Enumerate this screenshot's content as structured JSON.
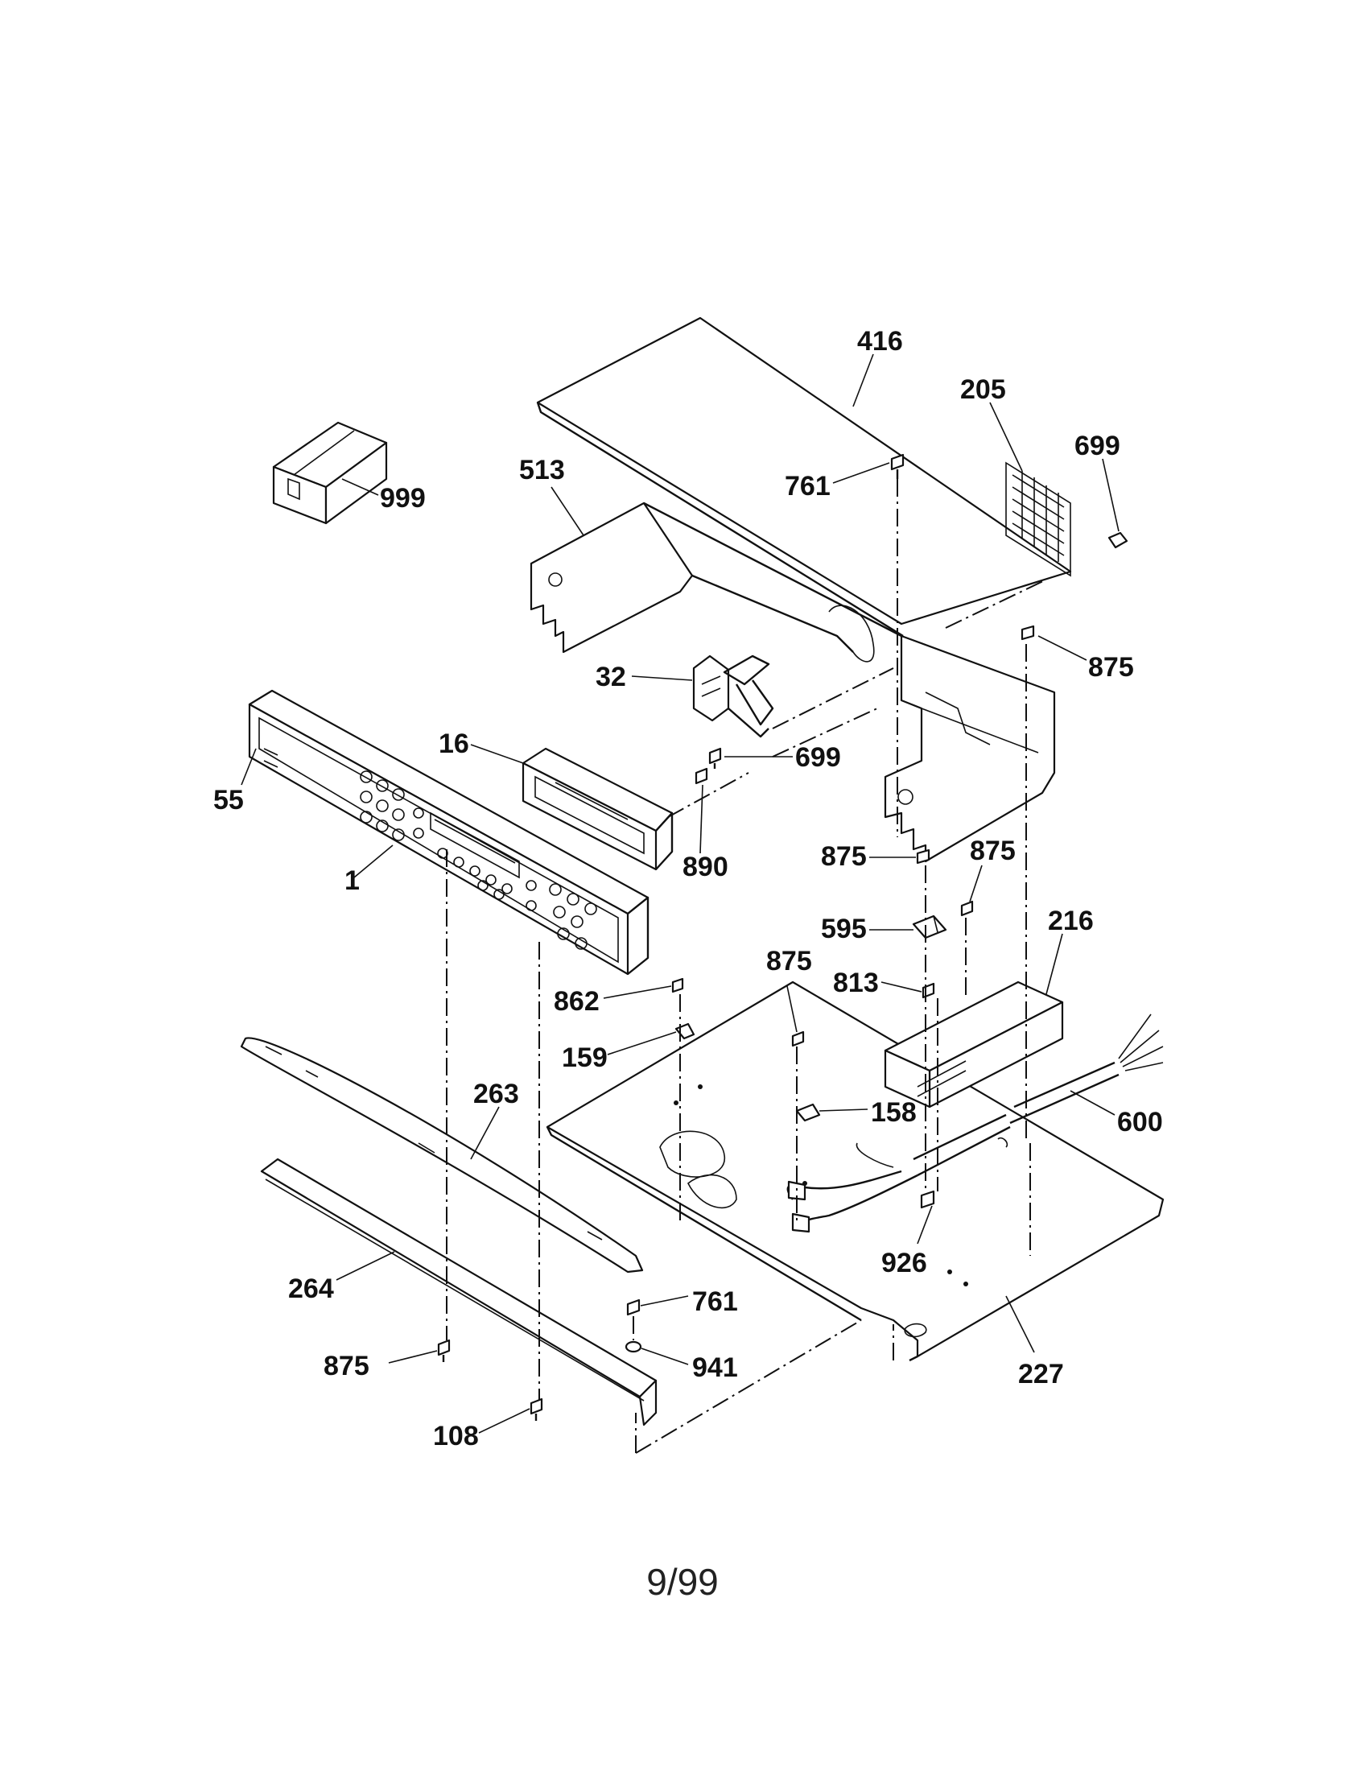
{
  "labels": {
    "l416": "416",
    "l205": "205",
    "l699a": "699",
    "l513": "513",
    "l761a": "761",
    "l999": "999",
    "l875a": "875",
    "l32": "32",
    "l16": "16",
    "l699b": "699",
    "l55": "55",
    "l890": "890",
    "l875b": "875",
    "l875c": "875",
    "l1": "1",
    "l595": "595",
    "l216": "216",
    "l875d": "875",
    "l862": "862",
    "l813": "813",
    "l159": "159",
    "l263": "263",
    "l158": "158",
    "l600": "600",
    "l926": "926",
    "l264": "264",
    "l761b": "761",
    "l875e": "875",
    "l941": "941",
    "l227": "227",
    "l108": "108"
  },
  "footer": {
    "page": "9/99"
  }
}
